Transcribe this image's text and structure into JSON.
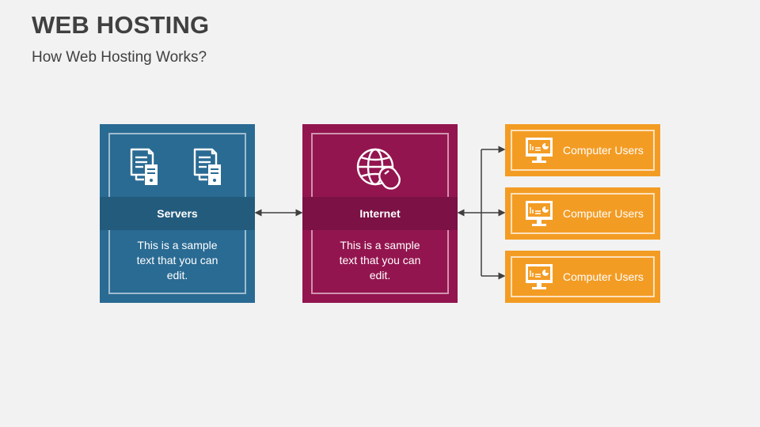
{
  "header": {
    "title": "WEB HOSTING",
    "subtitle": "How Web Hosting Works?"
  },
  "servers": {
    "label": "Servers",
    "description": "This is a sample text that you can edit.",
    "icon": "server-document-icon",
    "color": "#2a6b93"
  },
  "internet": {
    "label": "Internet",
    "description": "This is a sample text that you can edit.",
    "icon": "globe-mouse-icon",
    "color": "#93154f"
  },
  "users": [
    {
      "label": "Computer Users",
      "icon": "monitor-icon"
    },
    {
      "label": "Computer Users",
      "icon": "monitor-icon"
    },
    {
      "label": "Computer Users",
      "icon": "monitor-icon"
    }
  ],
  "colors": {
    "users": "#f39c24",
    "text": "#404040",
    "connector": "#404040"
  }
}
